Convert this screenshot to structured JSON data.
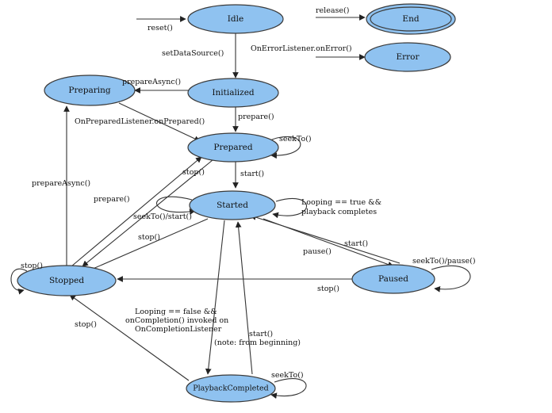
{
  "states": {
    "idle": "Idle",
    "end": "End",
    "error": "Error",
    "initialized": "Initialized",
    "preparing": "Preparing",
    "prepared": "Prepared",
    "started": "Started",
    "stopped": "Stopped",
    "paused": "Paused",
    "playback_completed": "PlaybackCompleted"
  },
  "transitions": {
    "reset": "reset()",
    "release": "release()",
    "on_error": "OnErrorListener.onError()",
    "set_data_source": "setDataSource()",
    "prepare_async_init": "prepareAsync()",
    "on_prepared": "OnPreparedListener.onPrepared()",
    "prepare_init": "prepare()",
    "seek_prepared": "seekTo()",
    "start_prepared": "start()",
    "stop_prepared": "stop()",
    "prepare_async_stopped": "prepareAsync()",
    "prepare_stopped": "prepare()",
    "seek_started": "seekTo()/start()",
    "looping_true_1": "Looping == true &&",
    "looping_true_2": "playback completes",
    "stop_started": "stop()",
    "start_paused": "start()",
    "pause_started": "pause()",
    "seek_paused": "seekTo()/pause()",
    "stop_stopped_self": "stop()",
    "stop_paused": "stop()",
    "looping_false_1": "Looping == false &&",
    "looping_false_2": "onCompletion() invoked on",
    "looping_false_3": "OnCompletionListener",
    "stop_completed": "stop()",
    "start_completed_1": "start()",
    "start_completed_2": "(note: from beginning)",
    "seek_completed": "seekTo()"
  },
  "colors": {
    "state_fill": "#8fc2f0",
    "outline": "#3a3a3a",
    "edge": "#333333"
  }
}
